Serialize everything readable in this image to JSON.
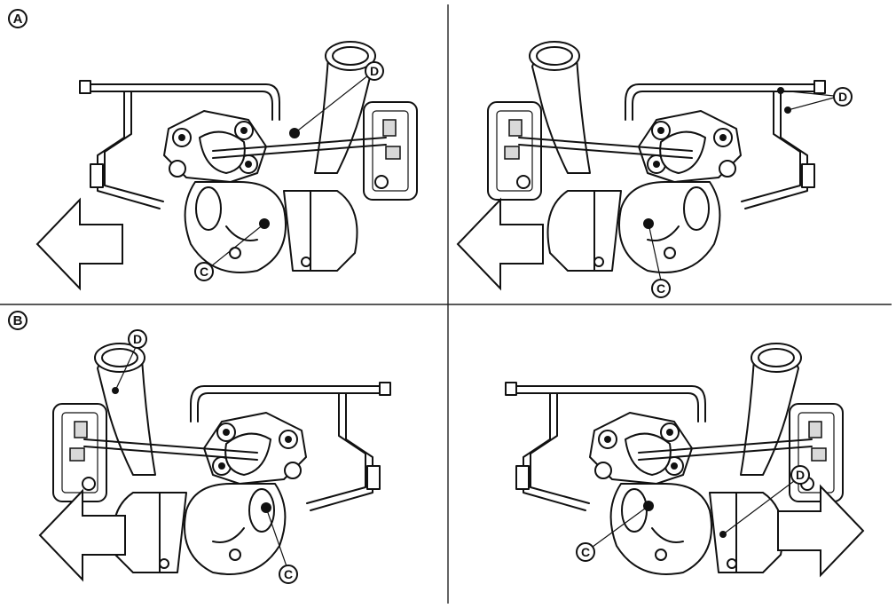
{
  "sections": {
    "a": "A",
    "b": "B"
  },
  "callouts": {
    "c": "C",
    "d": "D"
  }
}
